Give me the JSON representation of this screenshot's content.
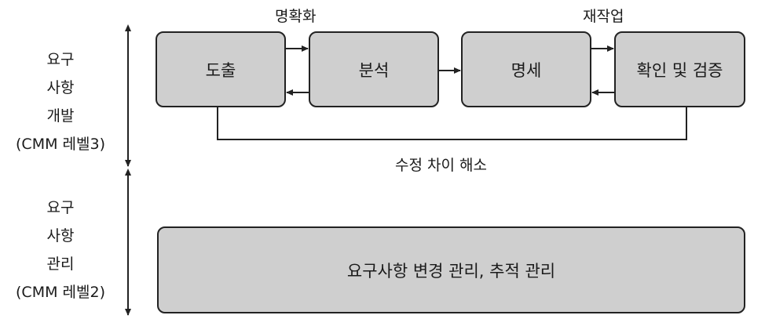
{
  "development": {
    "label_lines": [
      "요구",
      "사항",
      "개발",
      "(CMM 레벨3)"
    ],
    "steps": [
      "도출",
      "분석",
      "명세",
      "확인 및 검증"
    ],
    "annotation_clarify": "명확화",
    "annotation_rework": "재작업",
    "feedback_label": "수정 차이 해소"
  },
  "management": {
    "label_lines": [
      "요구",
      "사항",
      "관리",
      "(CMM 레벨2)"
    ],
    "box_label": "요구사항 변경 관리, 추적 관리"
  },
  "colors": {
    "box_fill": "#cfcfcf",
    "stroke": "#222222"
  }
}
